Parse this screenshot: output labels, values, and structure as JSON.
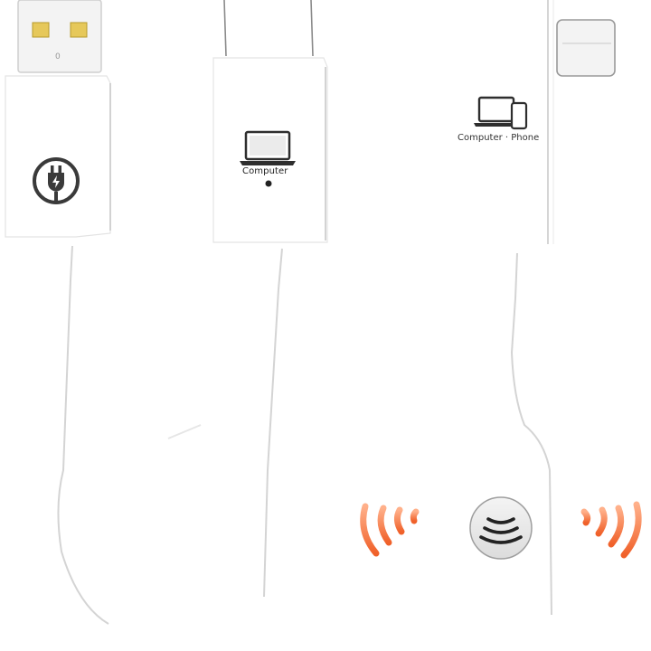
{
  "product": {
    "connectors": [
      {
        "type": "USB-A",
        "purpose": "charging",
        "icon": "plug-charge-icon"
      },
      {
        "type": "USB-A",
        "purpose": "computer",
        "icon": "laptop-icon",
        "label": "Computer"
      },
      {
        "type": "USB-C",
        "purpose": "computer-phone",
        "icon": "laptop-phone-icon",
        "label": "Computer · Phone"
      }
    ],
    "wireless_icon": "wireless-waves-icon",
    "colors": {
      "body": "#ffffff",
      "outline": "#d8d8d8",
      "icon": "#3a3a3a",
      "usb_contacts": "#e6c85a",
      "signal_orange": "#f06a2a",
      "wireless_button": "#ececec"
    }
  }
}
